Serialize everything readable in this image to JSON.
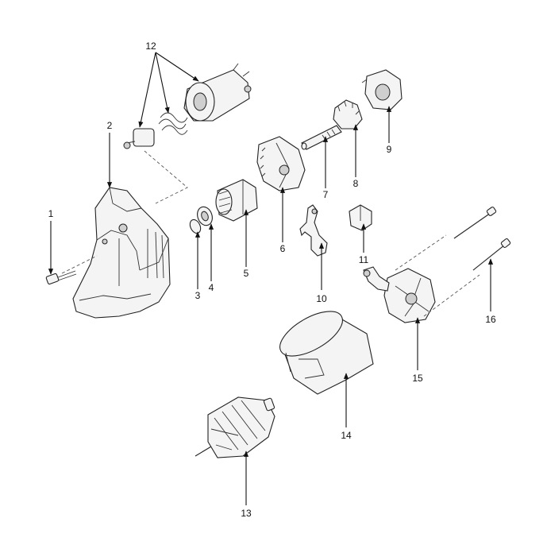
{
  "callouts": {
    "c1": "1",
    "c2": "2",
    "c3": "3",
    "c4": "4",
    "c5": "5",
    "c6": "6",
    "c7": "7",
    "c8": "8",
    "c9": "9",
    "c10": "10",
    "c11": "11",
    "c12": "12",
    "c13": "13",
    "c14": "14",
    "c15": "15",
    "c16": "16"
  },
  "colors": {
    "line": "#111111",
    "part_fill": "#f4f4f4",
    "shade": "#cfcfcf"
  }
}
